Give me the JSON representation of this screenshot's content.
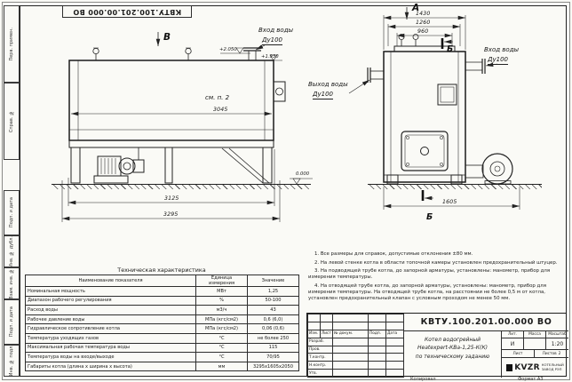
{
  "frame": {
    "stamp_top": "КВТУ.100.201.00.000 ВО",
    "margin_labels": [
      "Перв. примен.",
      "Справ. №",
      "Подп. и дата",
      "Инв. № дубл.",
      "Взам. инв. №",
      "Подп. и дата",
      "Инв. № подл."
    ]
  },
  "side_view": {
    "view_label": "В",
    "inlet_line1": "Вход воды",
    "inlet_line2": "Ду100",
    "elev_1": "+2.050",
    "elev_2": "+1.930",
    "see_note": "см. п. 2",
    "dim_body": "3045",
    "dim_frame": "3125",
    "dim_overall": "3295",
    "elev_zero": "0.000"
  },
  "front_view": {
    "view_label": "А",
    "dim_top1": "1430",
    "dim_top2": "1260",
    "dim_top3": "960",
    "section_label": "Б",
    "outlet_line1": "Выход воды",
    "outlet_line2": "Ду100",
    "inlet_line1": "Вход воды",
    "inlet_line2": "Ду100",
    "dim_width": "1605"
  },
  "notes": {
    "items": [
      "1. Все размеры для справок, допустимые отклонения ±80 мм.",
      "2. На левой стенке котла в области топочной камеры установлен предохранительный штуцер.",
      "3. На подводящей трубе котла, до запорной арматуры, установлены: манометр, прибор для измерения температуры.",
      "4. На отводящей трубе котла, до запорной арматуры, установлены: манометр, прибор для измерения температуры. На отводящей трубе котла, на расстоянии не более 0,5 м от котла, установлен предохранительный клапан с условным проходом не менее 50 мм."
    ]
  },
  "tech_table": {
    "title": "Техническая характеристика",
    "headers": [
      "Наименование показателя",
      "Единица измерения",
      "Значение"
    ],
    "rows": [
      {
        "name": "Номинальная мощность",
        "unit": "МВт",
        "value": "1,25"
      },
      {
        "name": "Диапазон рабочего регулирования",
        "unit": "%",
        "value": "50-100"
      },
      {
        "name": "Расход воды",
        "unit": "м3/ч",
        "value": "43"
      },
      {
        "name": "Рабочее давление воды",
        "unit": "МПа (кгс/см2)",
        "value": "0,6 (6,0)"
      },
      {
        "name": "Гидравлическое сопротивление котла",
        "unit": "МПа (кгс/см2)",
        "value": "0,06 (0,6)"
      },
      {
        "name": "Температура уходящих газов",
        "unit": "°С",
        "value": "не более 250"
      },
      {
        "name": "Максимальная рабочая температура воды",
        "unit": "°С",
        "value": "115"
      },
      {
        "name": "Температура воды на входе/выходе",
        "unit": "°С",
        "value": "70/95"
      },
      {
        "name": "Габариты котла (длина х ширина х высота)",
        "unit": "мм",
        "value": "3295х1605х2050"
      }
    ]
  },
  "title_block": {
    "doc_number": "КВТУ.100.201.00.000 ВО",
    "col_izm": "Изм.",
    "col_list": "Лист",
    "col_docum": "№ докум.",
    "col_podp": "Подп.",
    "col_data": "Дата",
    "row_razrab": "Разраб.",
    "row_prov": "Пров.",
    "row_tkontr": "Т.контр.",
    "row_nkontr": "Н.контр.",
    "row_utv": "Утв.",
    "title_line1": "Котел водогрейный",
    "title_line2": "Heatexpert-КВа-1,25-К(К)",
    "title_line3": "по техническому заданию",
    "lit_label": "Лит.",
    "mass_label": "Масса",
    "scale_label": "Масштаб",
    "lit_value": "И",
    "scale_value": "1:20",
    "sheet_label": "Лист",
    "sheets_label": "Листов",
    "sheets_value": "2",
    "company_logo": "KVZR",
    "company_line1": "КОТЕЛЬНЫЙ",
    "company_line2": "ЗАВОД РЭП",
    "footer_copied": "Копировал",
    "footer_format": "Формат А3"
  }
}
